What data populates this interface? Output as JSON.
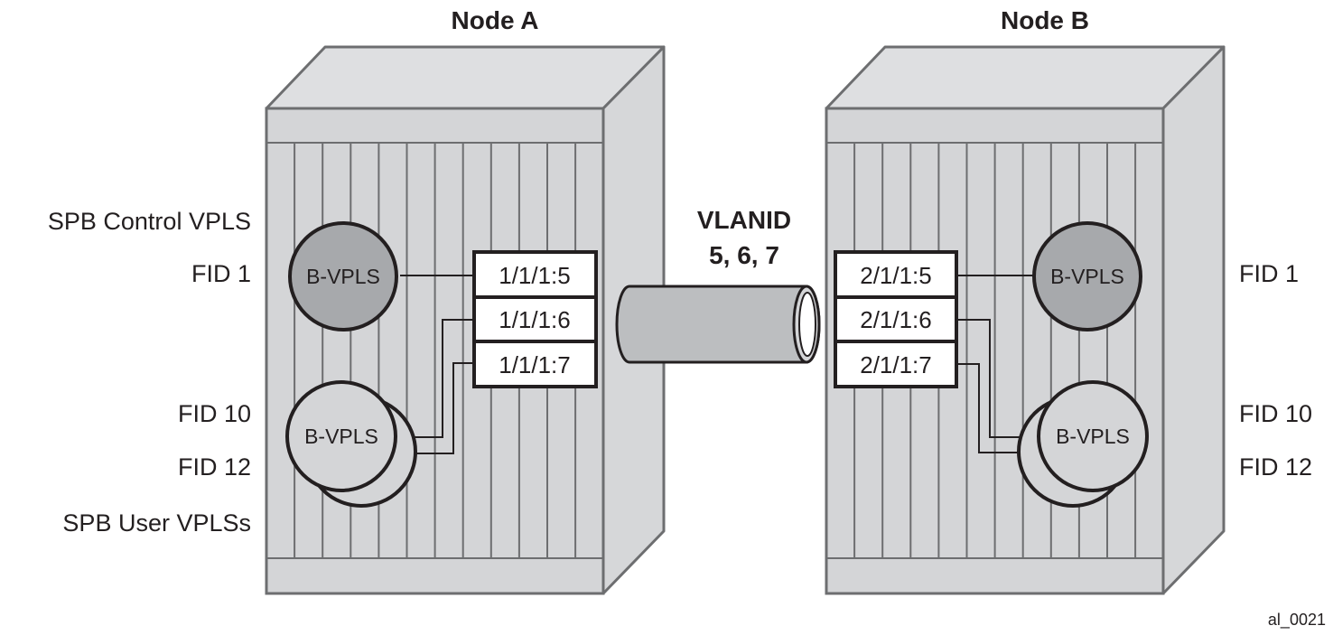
{
  "nodes": [
    {
      "title": "Node A",
      "ports": [
        "1/1/1:5",
        "1/1/1:6",
        "1/1/1:7"
      ],
      "control_vpls": {
        "label": "B-VPLS",
        "fid": "FID 1"
      },
      "user_vpls": {
        "label": "B-VPLS",
        "fids": [
          "FID 10",
          "FID 12"
        ]
      }
    },
    {
      "title": "Node B",
      "ports": [
        "2/1/1:5",
        "2/1/1:6",
        "2/1/1:7"
      ],
      "control_vpls": {
        "label": "B-VPLS",
        "fid": "FID 1"
      },
      "user_vpls": {
        "label": "B-VPLS",
        "fids": [
          "FID 10",
          "FID 12"
        ]
      }
    }
  ],
  "left_labels": {
    "control_group": "SPB Control VPLS",
    "user_group": "SPB User VPLSs"
  },
  "link": {
    "title": "VLANID",
    "vlans": "5, 6, 7"
  },
  "figure_id": "al_0021",
  "colors": {
    "chassis_fill": "#d4d5d7",
    "chassis_top": "#dedfe1",
    "chassis_stroke": "#6d6e70",
    "control_vpls_fill": "#a7a9ac",
    "user_vpls_fill": "#d4d5d7",
    "link_fill": "#bcbec0",
    "port_fill": "#ffffff",
    "ink": "#231f20"
  }
}
